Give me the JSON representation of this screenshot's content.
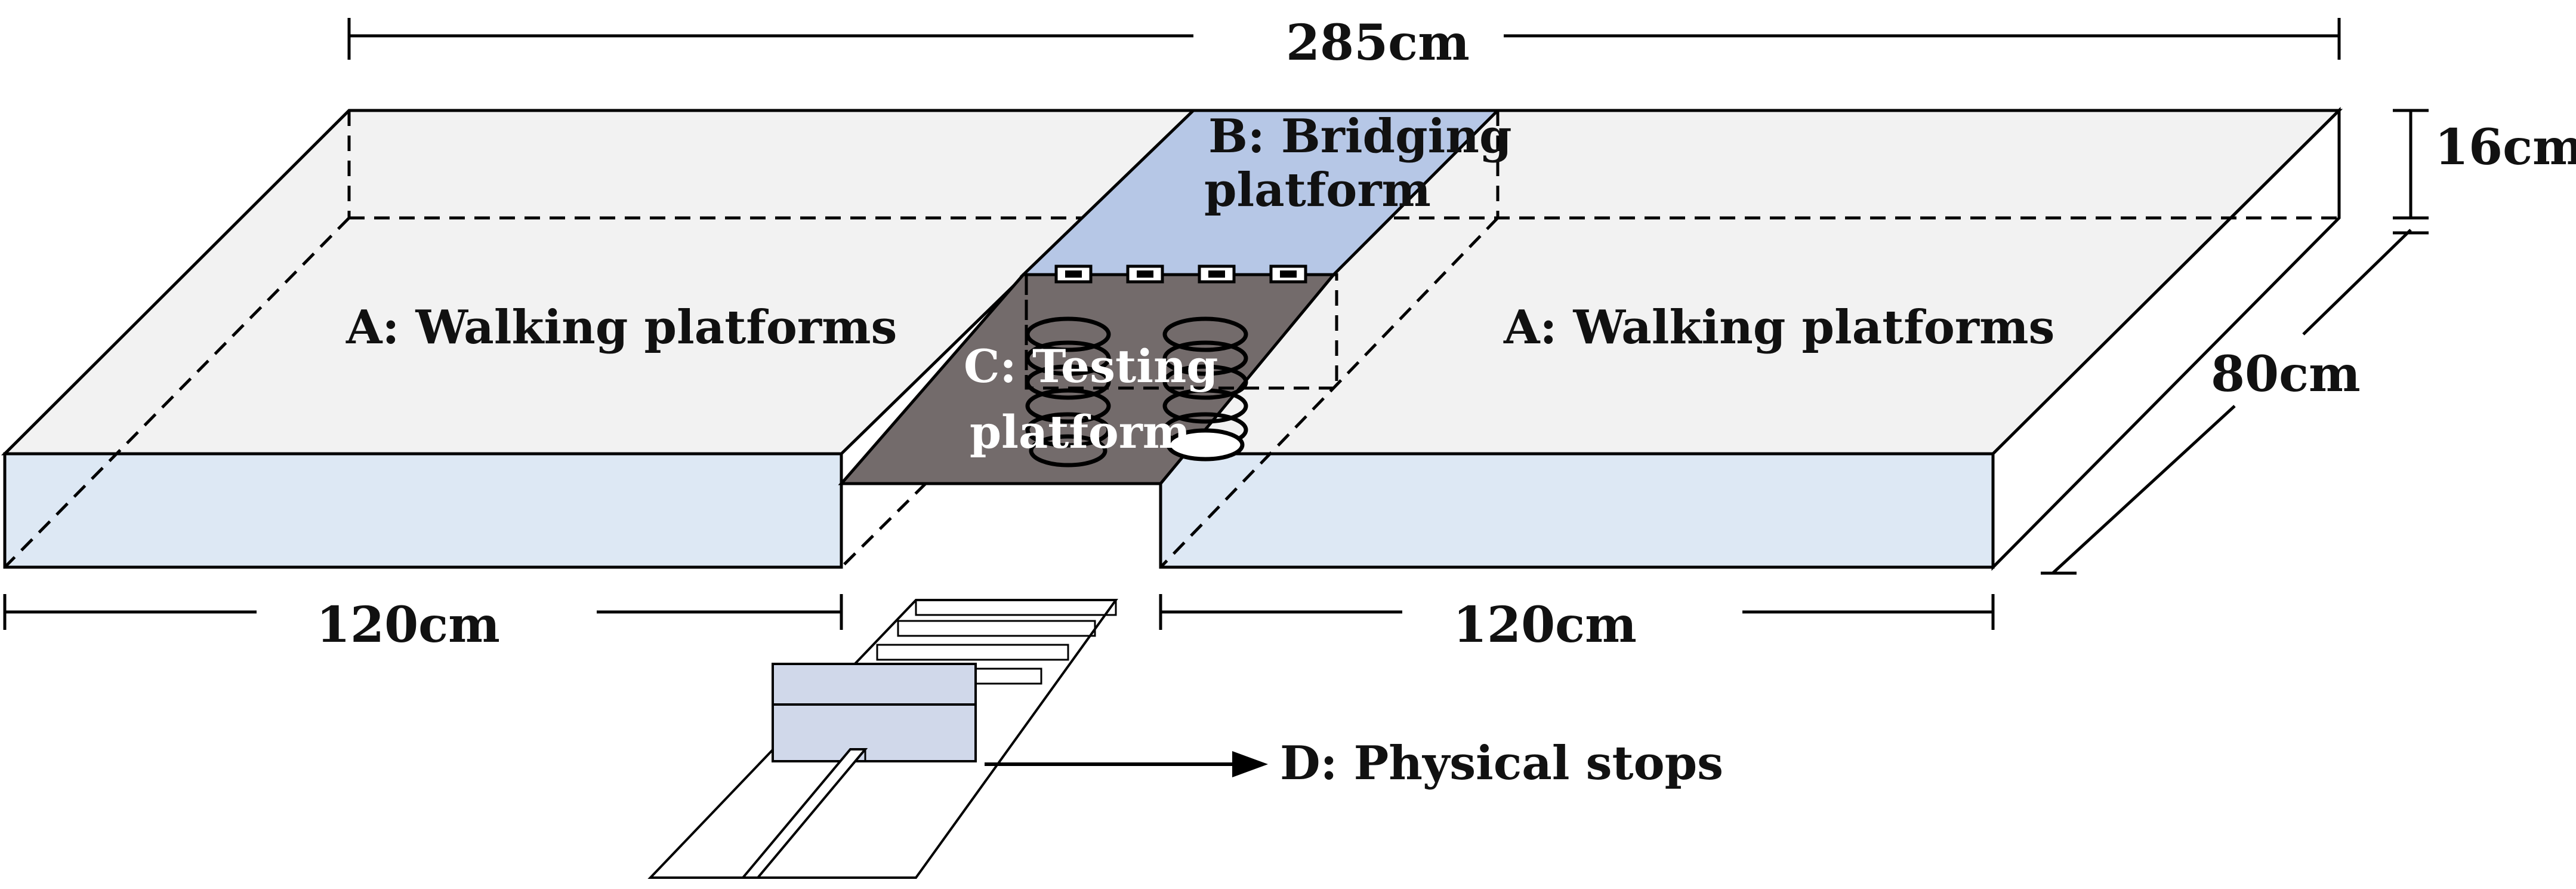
{
  "labels": {
    "walking_left": "A: Walking platforms",
    "walking_right": "A: Walking platforms",
    "bridging_line1": "B: Bridging",
    "bridging_line2": "platform",
    "testing_line1": "C: Testing",
    "testing_line2": "platform",
    "stops": "D: Physical stops"
  },
  "dimensions": {
    "total_length": "285cm",
    "height": "16cm",
    "width": "80cm",
    "left_length": "120cm",
    "right_length": "120cm"
  },
  "colors": {
    "platform_top": "#f2f2f2",
    "platform_front": "#dde8f4",
    "bridging": "#b6c7e6",
    "testing": "#736b6b",
    "stops_box": "#d0d8ea"
  }
}
